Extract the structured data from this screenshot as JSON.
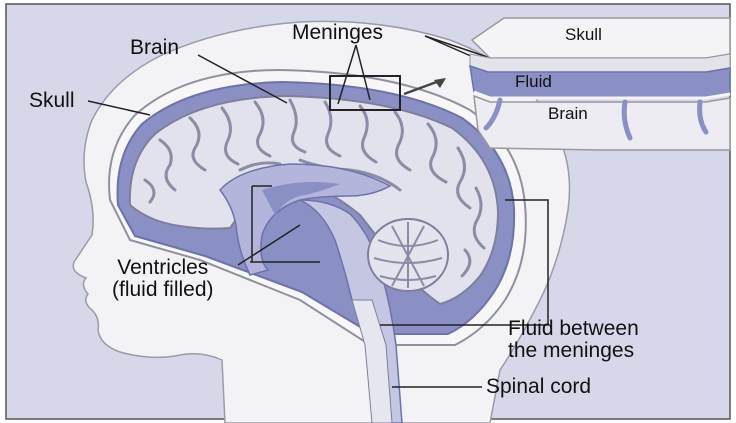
{
  "labels": {
    "meninges": "Meninges",
    "brain": "Brain",
    "skull": "Skull",
    "ventricles_line1": "Ventricles",
    "ventricles_line2": "(fluid filled)",
    "fluid_between_line1": "Fluid between",
    "fluid_between_line2": "the meninges",
    "spinal_cord": "Spinal cord"
  },
  "inset": {
    "skull": "Skull",
    "fluid": "Fluid",
    "brain": "Brain"
  },
  "colors": {
    "background": "#d6d8e9",
    "head": "#f3f3f6",
    "fluid": "#8a8fc4",
    "fluid_dark": "#6d72ae",
    "brain_tissue": "#e2e2ec",
    "sulci": "#8b8ca6",
    "skull_bone": "#f7f7f7",
    "outline": "#666666"
  }
}
